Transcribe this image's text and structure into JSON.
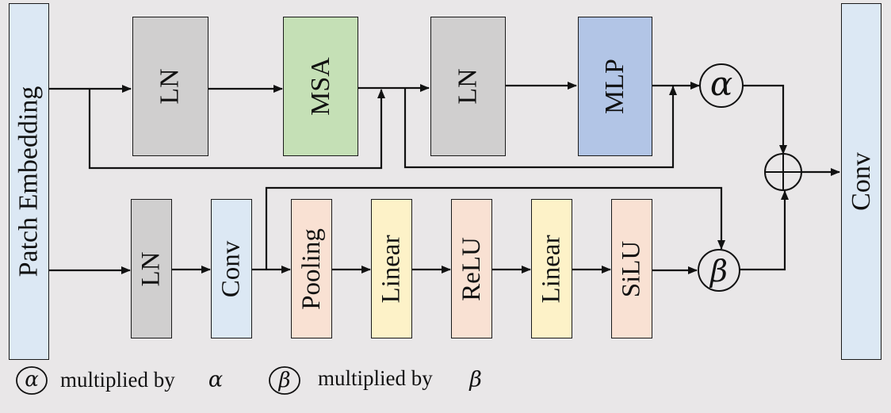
{
  "blocks": {
    "patch_embedding": "Patch Embedding",
    "ln_top_1": "LN",
    "msa": "MSA",
    "ln_top_2": "LN",
    "mlp": "MLP",
    "ln_bottom": "LN",
    "conv_bottom": "Conv",
    "pooling": "Pooling",
    "linear_1": "Linear",
    "relu": "ReLU",
    "linear_2": "Linear",
    "silu": "SiLU",
    "conv_output": "Conv"
  },
  "operators": {
    "alpha": "α",
    "beta": "β"
  },
  "legend": {
    "alpha_symbol": "α",
    "alpha_text": "multiplied by",
    "alpha_var": "α",
    "beta_symbol": "β",
    "beta_text": "multiplied by",
    "beta_var": "β"
  },
  "colors": {
    "gray": "#d0cfcf",
    "green": "#c5e0b6",
    "blue": "#b2c5e6",
    "light_blue": "#dce8f4",
    "peach": "#f9e1d3",
    "yellow": "#fdf2c8"
  }
}
